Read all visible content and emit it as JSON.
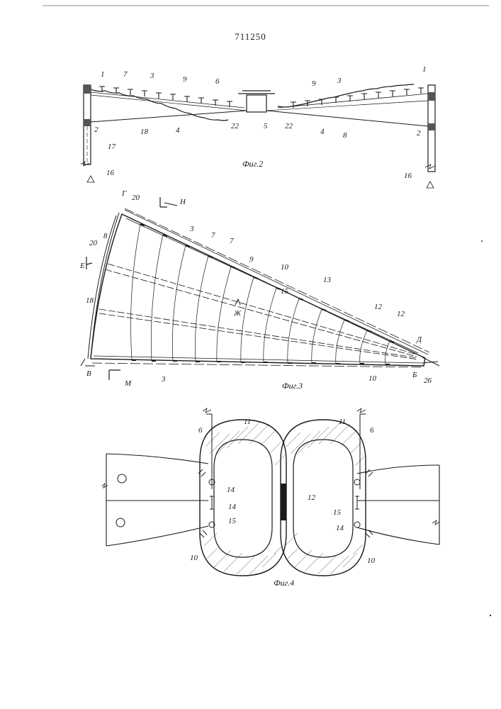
{
  "document": {
    "page_number": "711250",
    "figures": [
      {
        "id": "fig2",
        "caption": "Фиг.2",
        "labels": [
          "1",
          "7",
          "3",
          "9",
          "6",
          "9",
          "3",
          "1",
          "2",
          "18",
          "4",
          "22",
          "5",
          "22",
          "4",
          "8",
          "2",
          "17",
          "16",
          "16"
        ]
      },
      {
        "id": "fig3",
        "caption": "Фиг.3",
        "labels": [
          "Г",
          "20",
          "Н",
          "8",
          "3",
          "7",
          "20",
          "7",
          "9",
          "10",
          "15",
          "13",
          "Е",
          "18",
          "Ж",
          "12",
          "12",
          "Д",
          "В",
          "М",
          "3",
          "10",
          "Б",
          "26"
        ]
      },
      {
        "id": "fig4",
        "caption": "Фиг.4",
        "labels": [
          "6",
          "11",
          "11",
          "6",
          "14",
          "12",
          "14",
          "15",
          "15",
          "14",
          "10",
          "10"
        ]
      }
    ]
  }
}
